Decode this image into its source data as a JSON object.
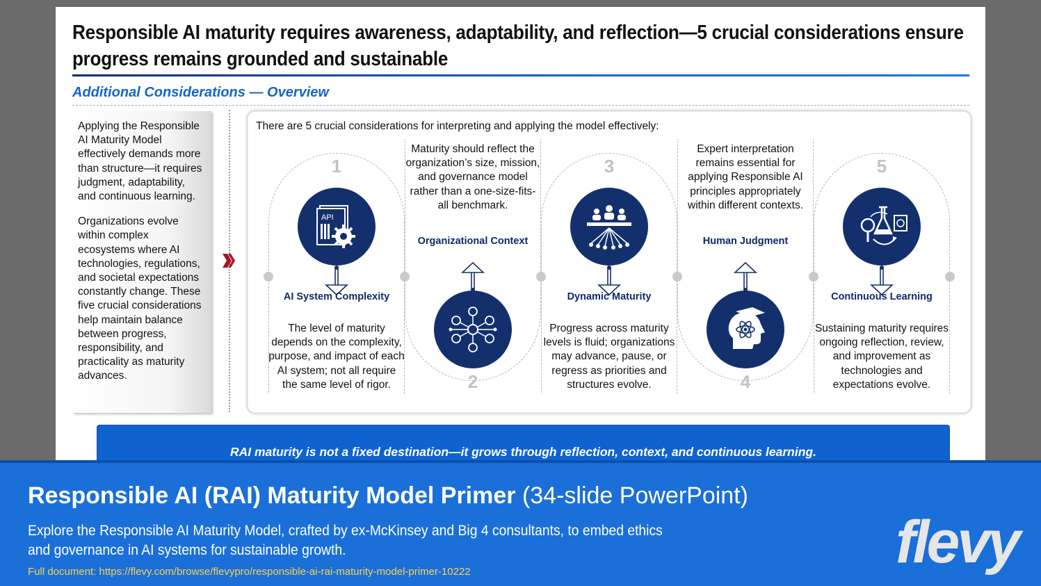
{
  "slide": {
    "title": "Responsible AI maturity requires awareness, adaptability, and reflection—5 crucial considerations ensure progress remains grounded and sustainable",
    "subtitle": "Additional Considerations — Overview",
    "left_paragraphs": [
      "Applying the Responsible AI Maturity Model effectively demands more than structure—it requires judgment, adaptability, and continuous learning.",
      "Organizations evolve within complex ecosystems where AI technologies, regulations, and societal expectations constantly change. These five crucial considerations help maintain balance between progress, responsibility, and practicality as maturity advances."
    ],
    "panel_intro": "There are 5 crucial considerations for interpreting and applying the model effectively:",
    "considerations": [
      {
        "number": "1",
        "label": "AI System Complexity",
        "description": "The level of maturity depends on the complexity, purpose, and impact of each AI system; not all require the same level of rigor.",
        "icon": "api-gear-icon"
      },
      {
        "number": "2",
        "label": "Organizational Context",
        "description": "Maturity should reflect the organization’s size, mission, and governance model rather than a one-size-fits-all benchmark.",
        "icon": "network-people-icon"
      },
      {
        "number": "3",
        "label": "Dynamic Maturity",
        "description": "Progress across maturity levels is fluid; organizations may advance, pause, or regress as priorities and structures evolve.",
        "icon": "meeting-room-icon"
      },
      {
        "number": "4",
        "label": "Human Judgment",
        "description": "Expert interpretation remains essential for applying Responsible AI principles appropriately within different contexts.",
        "icon": "head-atom-icon"
      },
      {
        "number": "5",
        "label": "Continuous Learning",
        "description": "Sustaining maturity requires ongoing reflection, review, and improvement as technologies and expectations evolve.",
        "icon": "lab-flask-icon"
      }
    ],
    "banner": "RAI maturity is not a fixed destination—it grows through reflection, context, and continuous learning."
  },
  "footer": {
    "title_bold": "Responsible AI (RAI) Maturity Model Primer",
    "title_light": "(34-slide PowerPoint)",
    "description": "Explore the Responsible AI Maturity Model, crafted by ex-McKinsey and Big 4 consultants, to embed ethics and governance in AI systems for sustainable growth.",
    "link": "Full document: https://flevy.com/browse/flevypro/responsible-ai-rai-maturity-model-primer-10222",
    "logo": "flevy"
  },
  "colors": {
    "navy": "#13306d",
    "accent_blue": "#1565c8",
    "footer_blue": "#1a6fd9",
    "link_yellow": "#ffd24a",
    "chevron_red": "#a5152a"
  }
}
